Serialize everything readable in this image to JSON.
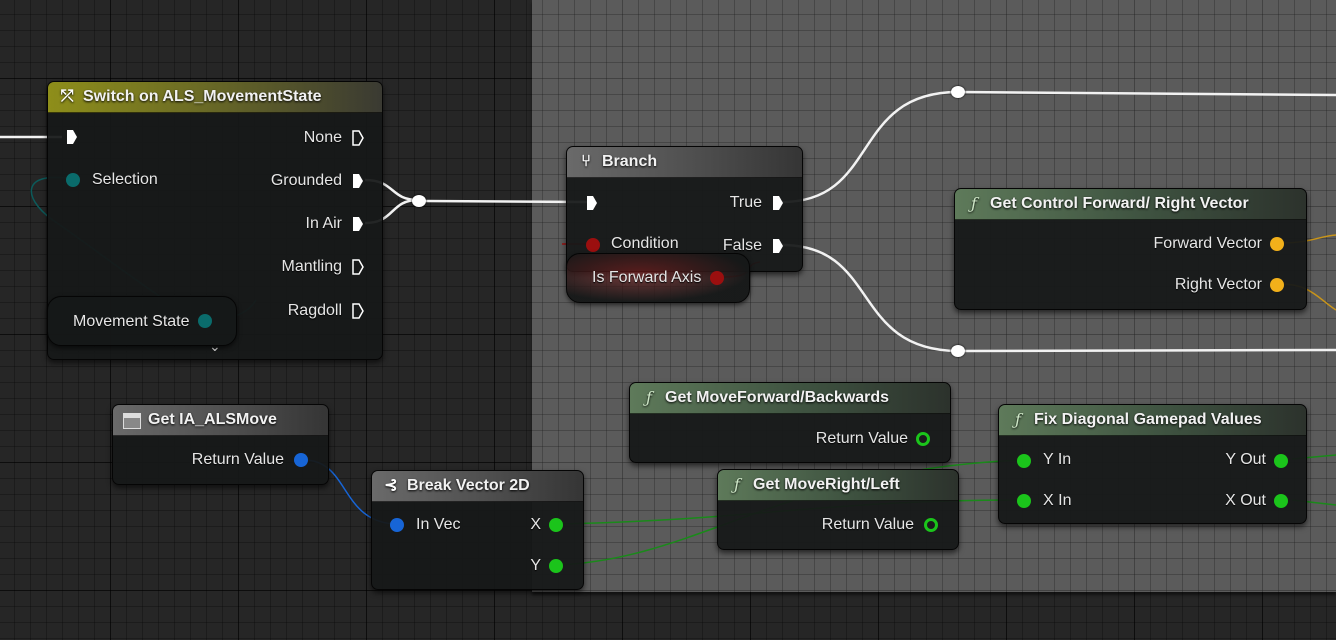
{
  "colors": {
    "exec": "#ffffff",
    "enum_pin": "#0a6b6b",
    "bool_pin": "#9b0f0f",
    "struct_pin": "#f2b01a",
    "vector2d_pin": "#1765d6",
    "float_pin": "#1bc41b"
  },
  "icons": {
    "switch": "switch-icon",
    "branch": "branch-icon",
    "function": "function-icon",
    "variable": "variable-icon",
    "break": "break-struct-icon"
  },
  "switch_node": {
    "title": "Switch on ALS_MovementState",
    "input_label": "Selection",
    "outputs": [
      "None",
      "Grounded",
      "In Air",
      "Mantling",
      "Ragdoll"
    ],
    "var_node_label": "Movement State"
  },
  "branch_node": {
    "title": "Branch",
    "condition_label": "Condition",
    "true_label": "True",
    "false_label": "False",
    "var_node_label": "Is Forward Axis"
  },
  "control_vector_node": {
    "title": "Get Control Forward/ Right Vector",
    "outputs": [
      "Forward Vector",
      "Right Vector"
    ]
  },
  "get_move_forward_node": {
    "title": "Get MoveForward/Backwards",
    "output": "Return Value"
  },
  "get_move_right_node": {
    "title": "Get MoveRight/Left",
    "output": "Return Value"
  },
  "fix_diagonal_node": {
    "title": "Fix Diagonal Gamepad Values",
    "inputs": [
      "Y In",
      "X In"
    ],
    "outputs": [
      "Y Out",
      "X Out"
    ]
  },
  "get_ia_node": {
    "title": "Get IA_ALSMove",
    "output": "Return Value"
  },
  "break_vector_node": {
    "title": "Break Vector 2D",
    "input": "In Vec",
    "outputs": [
      "X",
      "Y"
    ]
  }
}
